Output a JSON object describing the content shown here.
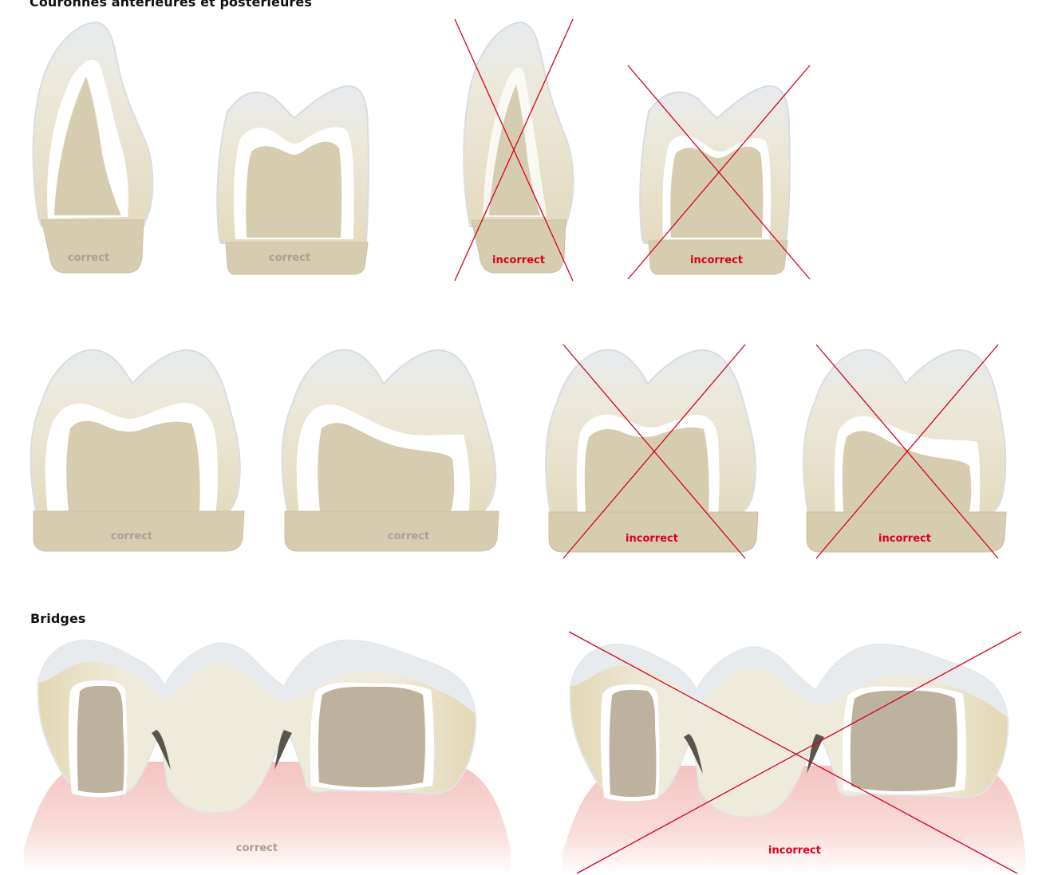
{
  "headings": {
    "crowns": "Couronnes antérieures et postérieures",
    "bridges": "Bridges"
  },
  "labels": {
    "correct": "correct",
    "incorrect": "incorrect"
  },
  "colors": {
    "dentin": "#d6cdb1",
    "stump": "#bdb29d",
    "enamel_edge": "#e9ecef",
    "gingiva": "#f5c6c3",
    "cross": "#d7001b",
    "label_correct": "#a7a197",
    "label_incorrect": "#d7001b"
  },
  "figures": [
    {
      "id": "anterior-crown-correct",
      "status": "correct"
    },
    {
      "id": "posterior-crown-correct",
      "status": "correct"
    },
    {
      "id": "anterior-crown-incorrect",
      "status": "incorrect"
    },
    {
      "id": "posterior-crown-incorrect",
      "status": "incorrect"
    },
    {
      "id": "molar-crown-correct",
      "status": "correct"
    },
    {
      "id": "molar-crown-sloped-correct",
      "status": "correct"
    },
    {
      "id": "molar-crown-incorrect",
      "status": "incorrect"
    },
    {
      "id": "molar-crown-sloped-incorrect",
      "status": "incorrect"
    },
    {
      "id": "bridge-correct",
      "status": "correct"
    },
    {
      "id": "bridge-incorrect",
      "status": "incorrect"
    }
  ]
}
